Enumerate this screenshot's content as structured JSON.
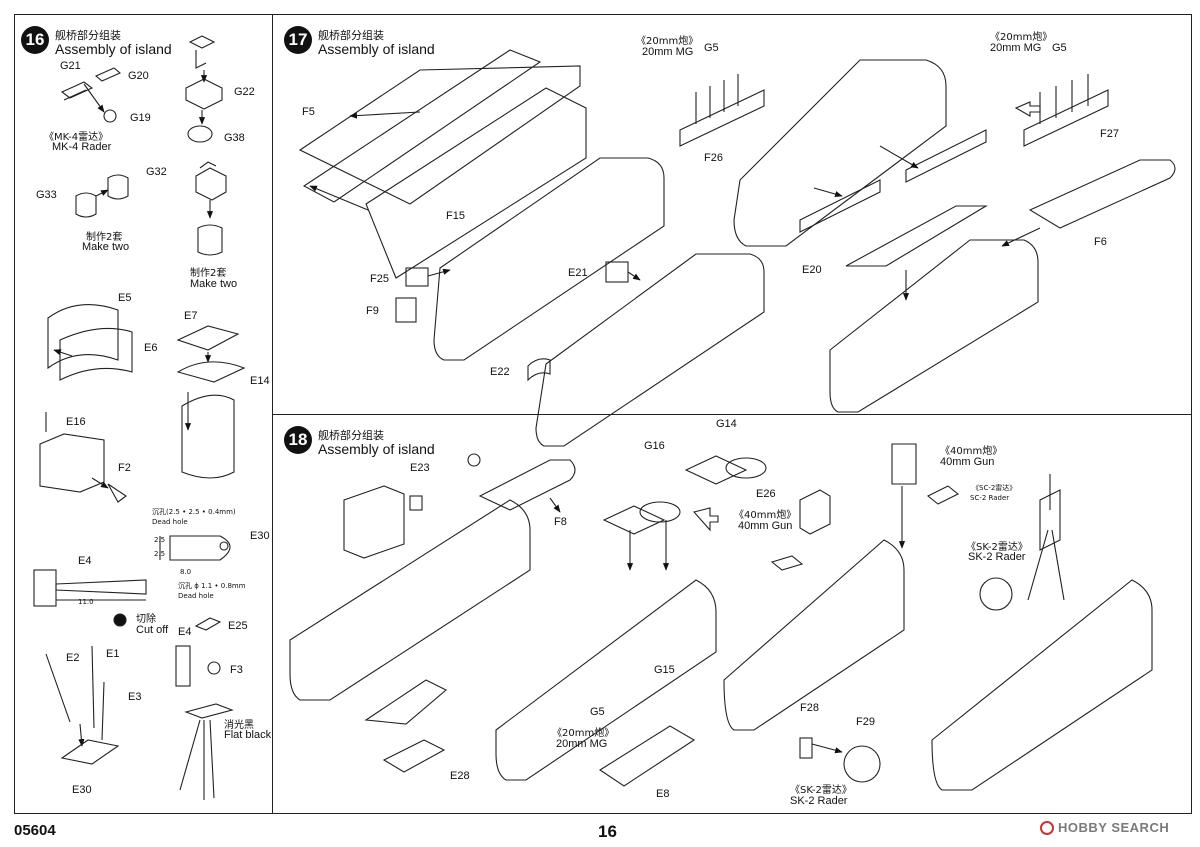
{
  "footer": {
    "code": "05604",
    "page": "16",
    "watermark": "HOBBY SEARCH"
  },
  "steps": [
    {
      "num": "16",
      "zh": "舰桥部分组装",
      "en": "Assembly of island"
    },
    {
      "num": "17",
      "zh": "舰桥部分组装",
      "en": "Assembly of island"
    },
    {
      "num": "18",
      "zh": "舰桥部分组装",
      "en": "Assembly of island"
    }
  ],
  "step16": {
    "parts": {
      "g21": "G21",
      "g20": "G20",
      "g19": "G19",
      "g22": "G22",
      "g38": "G38",
      "g32": "G32",
      "g33": "G33",
      "e5": "E5",
      "e6": "E6",
      "e7": "E7",
      "e14": "E14",
      "e16": "E16",
      "f2": "F2",
      "e30a": "E30",
      "e4a": "E4",
      "e4b": "E4",
      "e25": "E25",
      "f3": "F3",
      "e2": "E2",
      "e1": "E1",
      "e3": "E3",
      "e30b": "E30"
    },
    "mk4_zh": "《MK-4雷达》",
    "mk4_en": "MK-4 Rader",
    "make2a_zh": "制作2套",
    "make2a_en": "Make two",
    "make2b_zh": "制作2套",
    "make2b_en": "Make two",
    "dead_hole_1_zh": "沉孔(2.5 • 2.5 • 0.4mm)",
    "dead_hole_1_en": "Dead hole",
    "dead_hole_2_zh": "沉孔 ɸ 1.1 • 0.8mm",
    "dead_hole_2_en": "Dead hole",
    "dim_2_5": "2.5",
    "dim_2_5b": "2.5",
    "dim_8_0": "8.0",
    "dim_11_0": "11.0",
    "cut_zh": "切除",
    "cut_en": "Cut off",
    "black_zh": "消光黑",
    "black_en": "Flat black"
  },
  "step17": {
    "parts": {
      "f5": "F5",
      "f15": "F15",
      "f25": "F25",
      "f9": "F9",
      "e21": "E21",
      "e22": "E22",
      "g5a": "G5",
      "f26": "F26",
      "g5b": "G5",
      "f27": "F27",
      "f6": "F6",
      "e20": "E20"
    },
    "mg_a_zh": "《20mm炮》",
    "mg_a_en": "20mm MG",
    "mg_b_zh": "《20mm炮》",
    "mg_b_en": "20mm MG"
  },
  "step18": {
    "parts": {
      "e23": "E23",
      "f8": "F8",
      "g16": "G16",
      "g14": "G14",
      "e26": "E26",
      "g15": "G15",
      "g5": "G5",
      "e28": "E28",
      "e8": "E8",
      "f28": "F28",
      "f29": "F29"
    },
    "gun_a_zh": "《40mm炮》",
    "gun_a_en": "40mm Gun",
    "gun_b_zh": "《40mm炮》",
    "gun_b_en": "40mm Gun",
    "sc2_zh": "《SC-2雷达》",
    "sc2_en": "SC-2 Rader",
    "sk2a_zh": "《SK-2雷达》",
    "sk2a_en": "SK-2 Rader",
    "mg_zh": "《20mm炮》",
    "mg_en": "20mm MG",
    "sk2b_zh": "《SK-2雷达》",
    "sk2b_en": "SK-2 Rader"
  }
}
